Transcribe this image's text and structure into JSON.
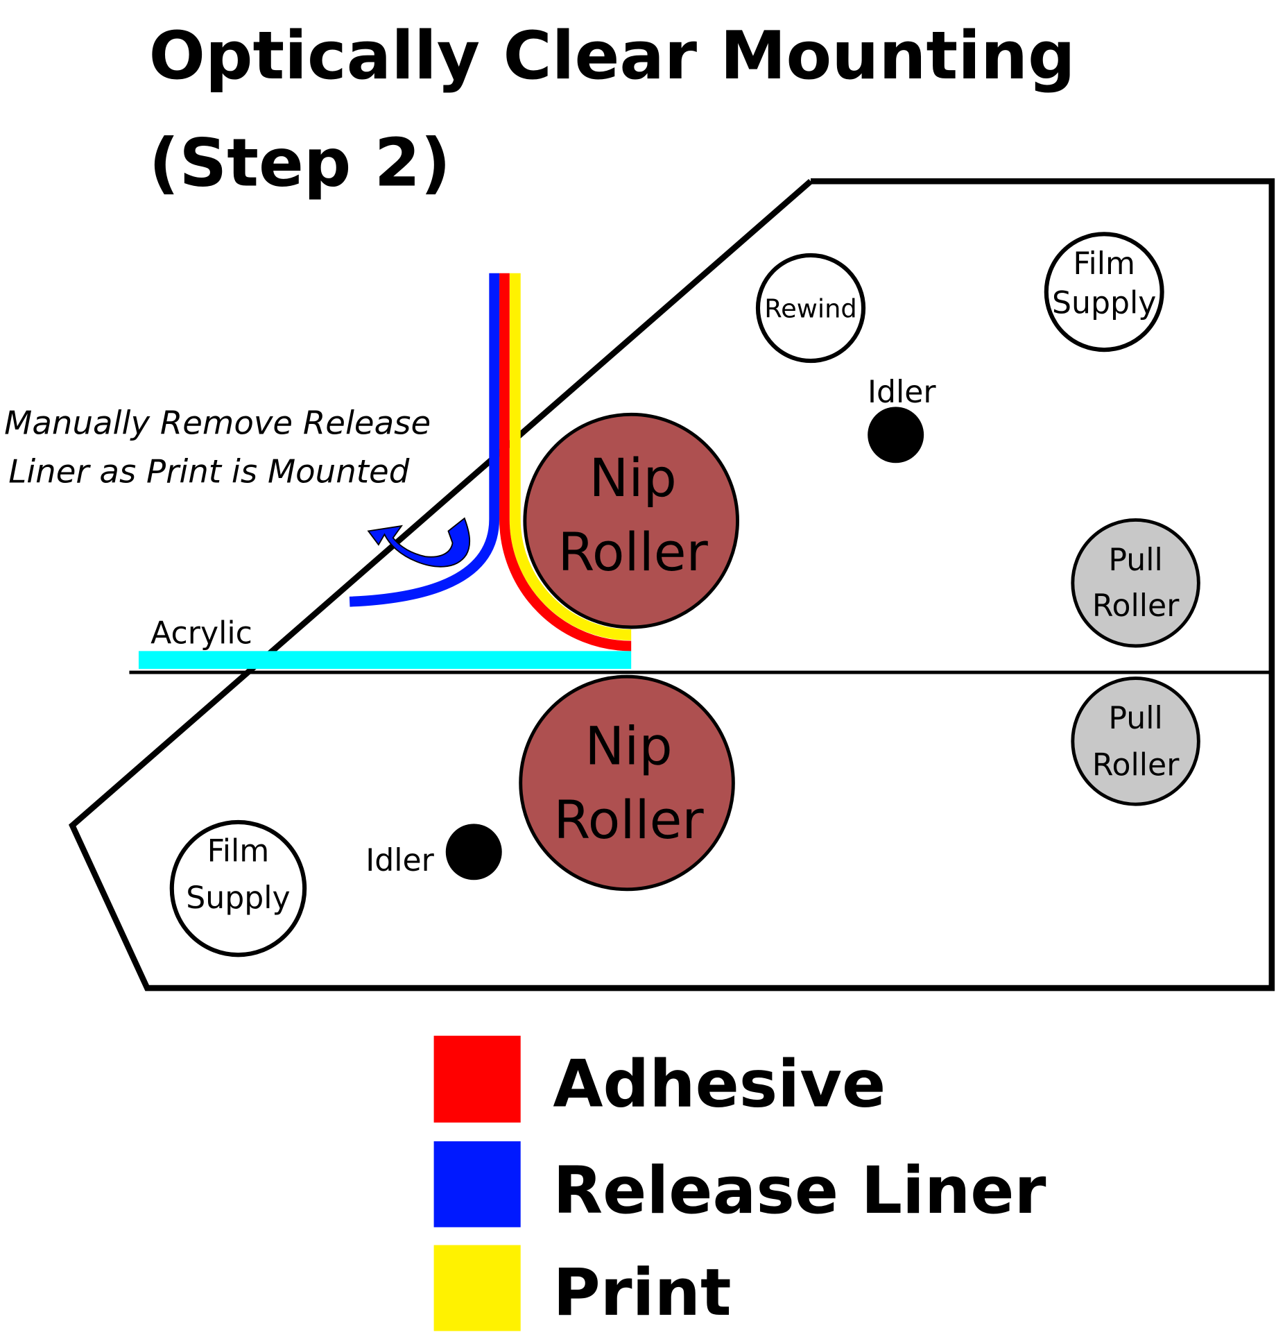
{
  "title": {
    "line1": "Optically Clear Mounting",
    "line2": "(Step 2)"
  },
  "annotation": {
    "line1": "Manually Remove Release",
    "line2": "Liner as Print is Mounted"
  },
  "labels": {
    "acrylic": "Acrylic",
    "rewind": "Rewind",
    "film_supply_top_line1": "Film",
    "film_supply_top_line2": "Supply",
    "idler_top": "Idler",
    "nip_roller_top_line1": "Nip",
    "nip_roller_top_line2": "Roller",
    "pull_roller_top_line1": "Pull",
    "pull_roller_top_line2": "Roller",
    "nip_roller_bottom_line1": "Nip",
    "nip_roller_bottom_line2": "Roller",
    "pull_roller_bottom_line1": "Pull",
    "pull_roller_bottom_line2": "Roller",
    "film_supply_bottom_line1": "Film",
    "film_supply_bottom_line2": "Supply",
    "idler_bottom": "Idler"
  },
  "legend": [
    {
      "label": "Adhesive",
      "color": "#ff0000"
    },
    {
      "label": "Release Liner",
      "color": "#0019ff"
    },
    {
      "label": "Print",
      "color": "#fff200"
    }
  ],
  "colors": {
    "adhesive": "#ff0000",
    "release_liner": "#0019ff",
    "print": "#fff200",
    "acrylic": "#00ffff",
    "nip_roller": "#ae5050",
    "pull_roller": "#c8c8c8",
    "outline": "#000000"
  }
}
